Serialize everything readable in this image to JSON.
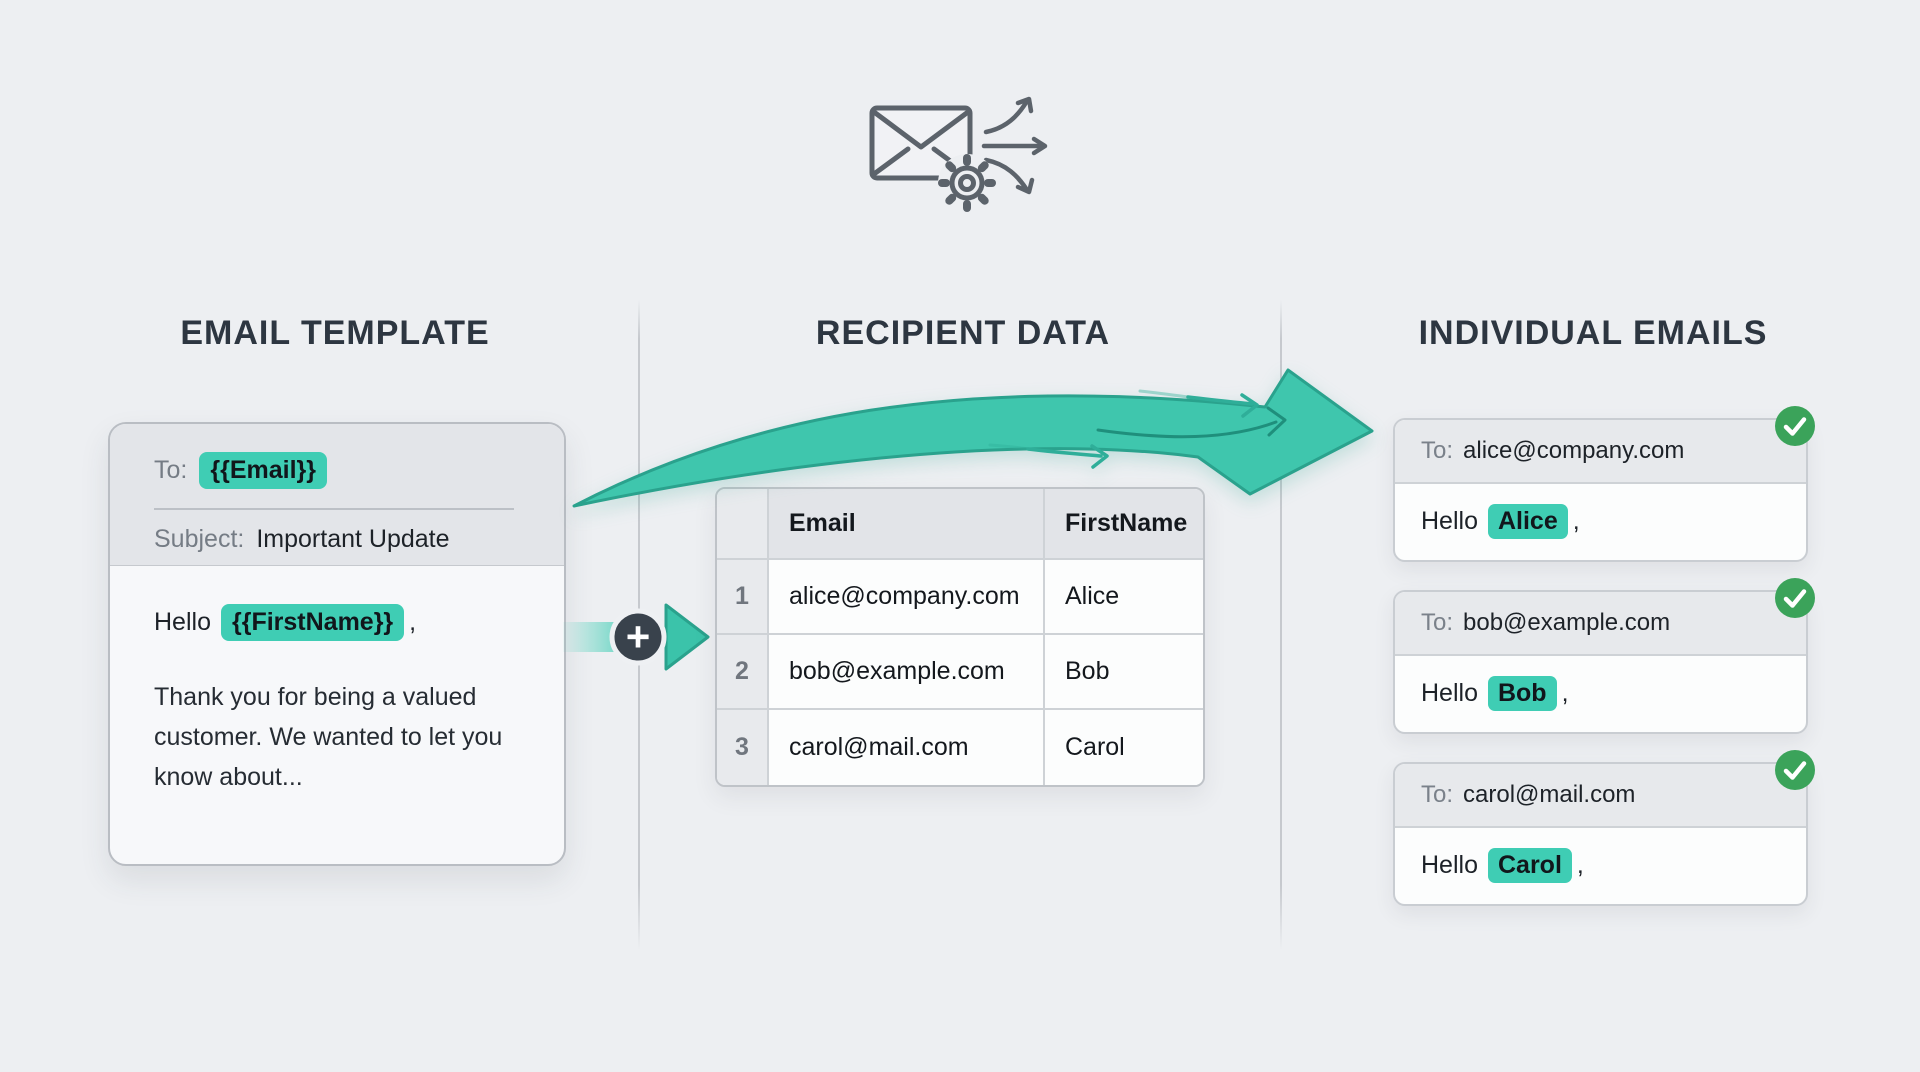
{
  "colors": {
    "background": "#edeff2",
    "highlight_chip": "#3fcdb4",
    "arrow_fill": "#3fc6ad",
    "arrow_stroke": "#2aa28d",
    "badge_green": "#3ba35a",
    "heading_text": "#2d3641",
    "muted_text": "#757c85",
    "dark_text": "#1d2228"
  },
  "icons": {
    "banner": "envelope-gear-fanout",
    "connector": "plus-circle-arrow",
    "status": "check-circle"
  },
  "headings": {
    "template": "EMAIL TEMPLATE",
    "recipients": "RECIPIENT DATA",
    "individual": "INDIVIDUAL EMAILS"
  },
  "template_card": {
    "to_label": "To:",
    "to_variable": "{{Email}}",
    "subject_label": "Subject:",
    "subject_value": "Important Update",
    "greeting_prefix": "Hello",
    "greeting_variable": "{{FirstName}}",
    "greeting_suffix": ",",
    "body_text": "Thank you for being a valued customer. We wanted to let you know about..."
  },
  "connector": {
    "plus_glyph": "+"
  },
  "recipient_table": {
    "headers": {
      "email": "Email",
      "first_name": "FirstName"
    },
    "rows": [
      {
        "num": "1",
        "email": "alice@company.com",
        "first_name": "Alice"
      },
      {
        "num": "2",
        "email": "bob@example.com",
        "first_name": "Bob"
      },
      {
        "num": "3",
        "email": "carol@mail.com",
        "first_name": "Carol"
      }
    ]
  },
  "email_cards": [
    {
      "to_label": "To:",
      "to_value": "alice@company.com",
      "greeting_prefix": "Hello",
      "name": "Alice",
      "greeting_suffix": ","
    },
    {
      "to_label": "To:",
      "to_value": "bob@example.com",
      "greeting_prefix": "Hello",
      "name": "Bob",
      "greeting_suffix": ","
    },
    {
      "to_label": "To:",
      "to_value": "carol@mail.com",
      "greeting_prefix": "Hello",
      "name": "Carol",
      "greeting_suffix": ","
    }
  ]
}
